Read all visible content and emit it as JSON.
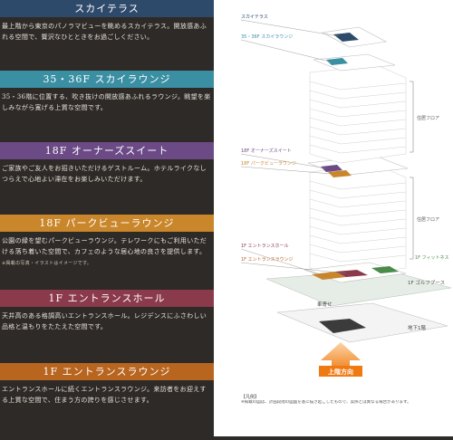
{
  "sections": [
    {
      "title": "スカイテラス",
      "color": "#2e4a6b",
      "body": "最上階から東京のパノラマビューを眺めるスカイテラス。開放感あふれる空間で、贅沢なひとときをお過ごしください。",
      "note": ""
    },
    {
      "title": "35・36F スカイラウンジ",
      "color": "#3a8fa3",
      "body": "35・36階に位置する、吹き抜けの開放感あふれるラウンジ。眺望を楽しみながら寛げる上質な空間です。",
      "note": ""
    },
    {
      "title": "18F オーナーズスイート",
      "color": "#6b4a86",
      "body": "ご家族やご友人をお招きいただけるゲストルーム。ホテルライクなしつらえで心地よい滞在をお楽しみいただけます。",
      "note": ""
    },
    {
      "title": "18F パークビューラウンジ",
      "color": "#c9862a",
      "body": "公園の緑を望むパークビューラウンジ。テレワークにもご利用いただける落ち着いた空間で、カフェのような居心地の良さを提供します。",
      "note": "※掲載の写真・イラストはイメージです。"
    },
    {
      "title": "1F エントランスホール",
      "color": "#8a3a4a",
      "body": "天井高のある格調高いエントランスホール。レジデンスにふさわしい品格と温もりをたたえた空間です。",
      "note": ""
    },
    {
      "title": "1F エントランスラウンジ",
      "color": "#b8651f",
      "body": "エントランスホールに続くエントランスラウンジ。来訪者をお迎えする上質な空間で、住まう方の誇りを感じさせます。",
      "note": ""
    }
  ],
  "diagram": {
    "labels": {
      "sky_terrace": "スカイテラス",
      "sky_lounge": "35・36F スカイラウンジ",
      "owners_suite": "18F オーナーズスイート",
      "park_view": "18F パークビューラウンジ",
      "entrance_hall": "1F エントランスホール",
      "entrance_lounge": "1F エントランスラウンジ",
      "upper_bracket": "住居フロア",
      "lower_bracket": "住居フロア",
      "fitness": "1F フィットネス",
      "golf_booth": "1F ゴルフブース",
      "car_stop": "車寄せ",
      "basement": "地下1階",
      "arrow": "上階方向"
    },
    "legend_title": "【凡例】",
    "legend_text": "※掲載の図は、計画段階の図面を基に描き起こしたもので、実際とは異なる場合があります。"
  }
}
